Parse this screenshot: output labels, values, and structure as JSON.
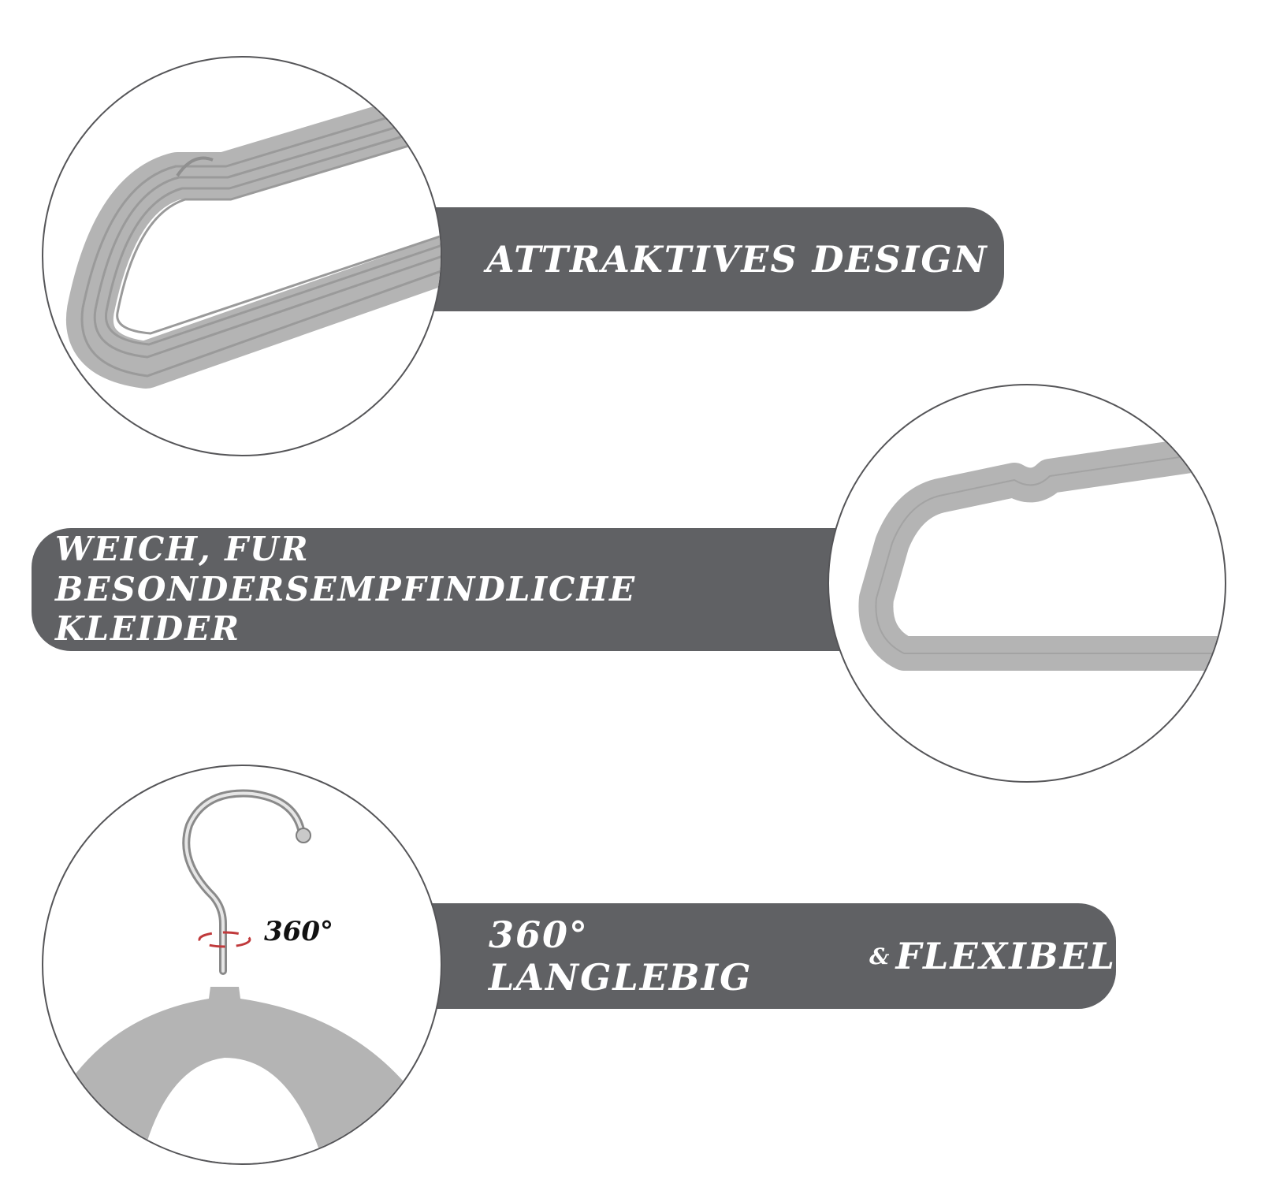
{
  "colors": {
    "banner": "#606164",
    "banner_text": "#ffffff",
    "hanger": "#b4b4b4",
    "hanger_dark": "#8f8f8f",
    "circle_border": "#555558",
    "rotation_marker": "#c0393b"
  },
  "features": [
    {
      "label": "Attraktives Design"
    },
    {
      "label": "Weich, fur besondersempfindliche",
      "label_line2": "Kleider"
    },
    {
      "label_part1": "360° Langlebig",
      "amp": "&",
      "label_part2": "Flexibel"
    }
  ],
  "detail": {
    "rotation_label": "360°"
  }
}
